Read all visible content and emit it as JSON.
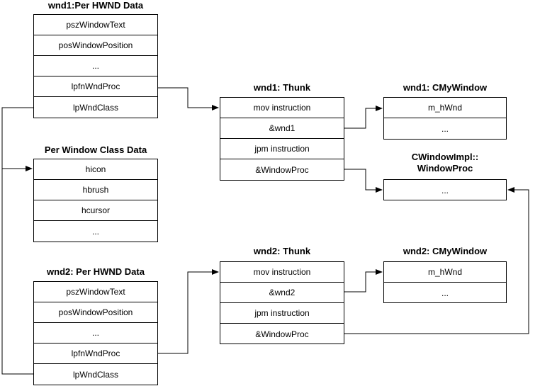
{
  "wnd1_hwnd": {
    "title": "wnd1:Per HWND Data",
    "rows": [
      "pszWindowText",
      "posWindowPosition",
      "...",
      "lpfnWndProc",
      "lpWndClass"
    ]
  },
  "class_data": {
    "title": "Per Window Class Data",
    "rows": [
      "hicon",
      "hbrush",
      "hcursor",
      "..."
    ]
  },
  "wnd2_hwnd": {
    "title": "wnd2: Per HWND Data",
    "rows": [
      "pszWindowText",
      "posWindowPosition",
      "...",
      "lpfnWndProc",
      "lpWndClass"
    ]
  },
  "wnd1_thunk": {
    "title": "wnd1: Thunk",
    "rows": [
      "mov instruction",
      "&wnd1",
      "jpm instruction",
      "&WindowProc"
    ]
  },
  "wnd2_thunk": {
    "title": "wnd2: Thunk",
    "rows": [
      "mov instruction",
      "&wnd2",
      "jpm instruction",
      "&WindowProc"
    ]
  },
  "wnd1_cmywindow": {
    "title": "wnd1: CMyWindow",
    "rows": [
      "m_hWnd",
      "..."
    ]
  },
  "wnd2_cmywindow": {
    "title": "wnd2: CMyWindow",
    "rows": [
      "m_hWnd",
      "..."
    ]
  },
  "windowproc": {
    "title_line1": "CWindowImpl::",
    "title_line2": "WindowProc",
    "rows": [
      "..."
    ]
  }
}
